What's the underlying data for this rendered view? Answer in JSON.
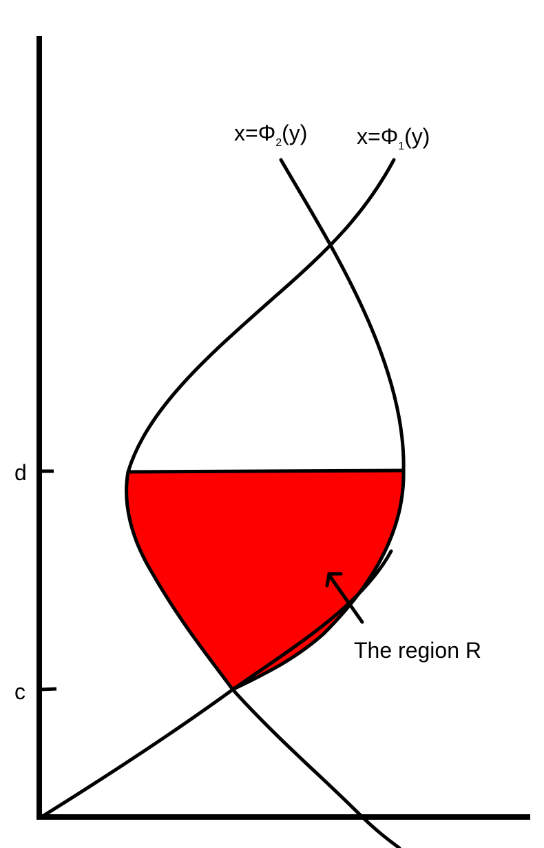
{
  "labels": {
    "curve2_prefix": "x=Φ",
    "curve2_sub": "2",
    "curve2_suffix": "(y)",
    "curve1_prefix": "x=Φ",
    "curve1_sub": "1",
    "curve1_suffix": "(y)",
    "tick_d": "d",
    "tick_c": "c",
    "region_annotation": "The region R"
  },
  "colors": {
    "region_fill": "#ff0000",
    "stroke": "#000000",
    "background": "#ffffff"
  }
}
